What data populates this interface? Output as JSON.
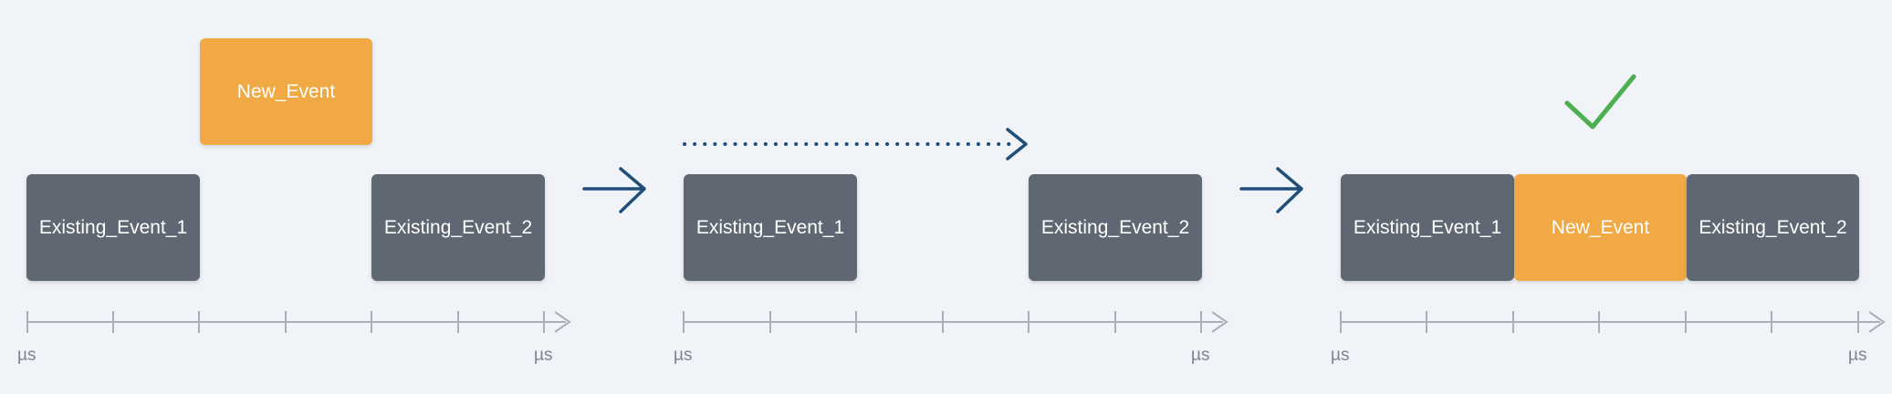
{
  "colors": {
    "background": "#f0f3f7",
    "existing_event": "#5f6872",
    "new_event": "#f0a945",
    "axis": "#a9b0b8",
    "arrow": "#1f4e79",
    "check": "#4caf50",
    "label_text": "#ffffff",
    "unit_text": "#7d8590"
  },
  "panels": [
    {
      "events": {
        "new": "New_Event",
        "existing_1": "Existing_Event_1",
        "existing_2": "Existing_Event_2"
      },
      "axis": {
        "start_unit": "µs",
        "end_unit": "µs"
      }
    },
    {
      "events": {
        "existing_1": "Existing_Event_1",
        "existing_2": "Existing_Event_2"
      },
      "axis": {
        "start_unit": "µs",
        "end_unit": "µs"
      },
      "indicator": "dotted-arrow-right"
    },
    {
      "events": {
        "existing_1": "Existing_Event_1",
        "new": "New_Event",
        "existing_2": "Existing_Event_2"
      },
      "axis": {
        "start_unit": "µs",
        "end_unit": "µs"
      },
      "indicator": "check-icon"
    }
  ],
  "transitions": [
    "arrow-right-icon",
    "arrow-right-icon"
  ]
}
